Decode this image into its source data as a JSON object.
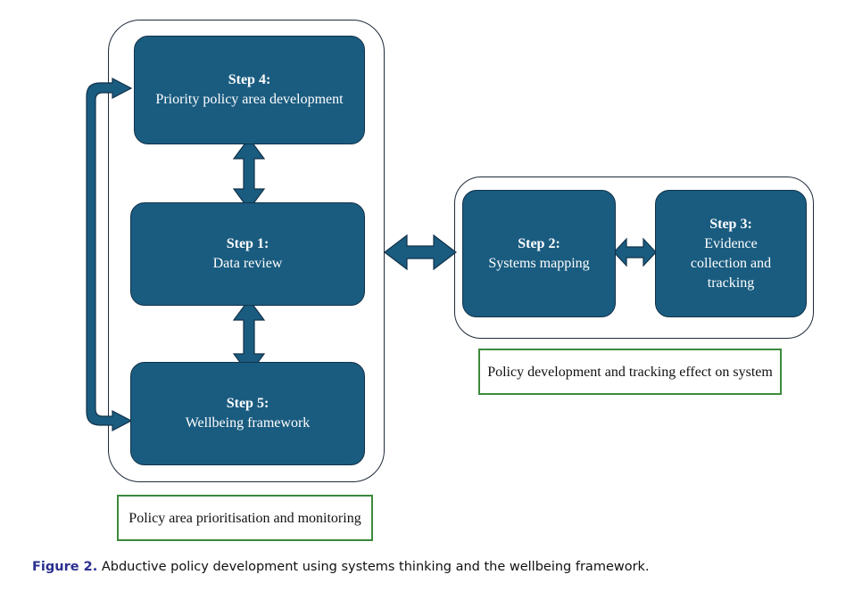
{
  "diagram": {
    "steps": {
      "step4": {
        "title": "Step 4:",
        "desc": "Priority policy area development"
      },
      "step1": {
        "title": "Step 1:",
        "desc": "Data review"
      },
      "step5": {
        "title": "Step 5:",
        "desc": "Wellbeing framework"
      },
      "step2": {
        "title": "Step 2:",
        "desc": "Systems mapping"
      },
      "step3": {
        "title": "Step 3:",
        "desc": "Evidence collection and tracking"
      }
    },
    "captions": {
      "left": "Policy area prioritisation and monitoring",
      "right": "Policy development and tracking effect on system"
    },
    "colors": {
      "step_fill": "#1a5c80",
      "caption_border": "#3c8a3c",
      "figure_label": "#2a2f8f"
    }
  },
  "figure": {
    "label": "Figure 2.",
    "text": "Abductive policy development using systems thinking and the wellbeing framework."
  }
}
